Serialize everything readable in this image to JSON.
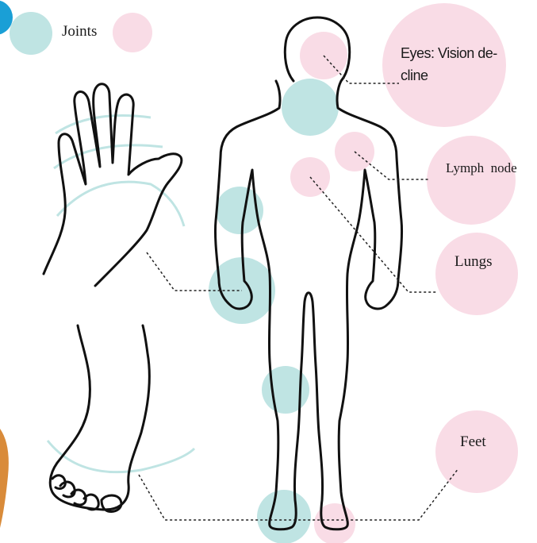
{
  "legend": {
    "joints_label": "Joints",
    "joints_color": "#bfe4e3",
    "other_color": "#f9dce6"
  },
  "labels": {
    "eyes": "Eyes: Vision de-",
    "eyes_line2": "cline",
    "lymph": "Lymph  node",
    "lungs": "Lungs",
    "feet": "Feet"
  },
  "colors": {
    "teal": "#bfe4e3",
    "pink": "#f9dce6",
    "outline": "#111111",
    "edge_blue": "#1a9fd6",
    "edge_orange": "#d98b3a"
  }
}
